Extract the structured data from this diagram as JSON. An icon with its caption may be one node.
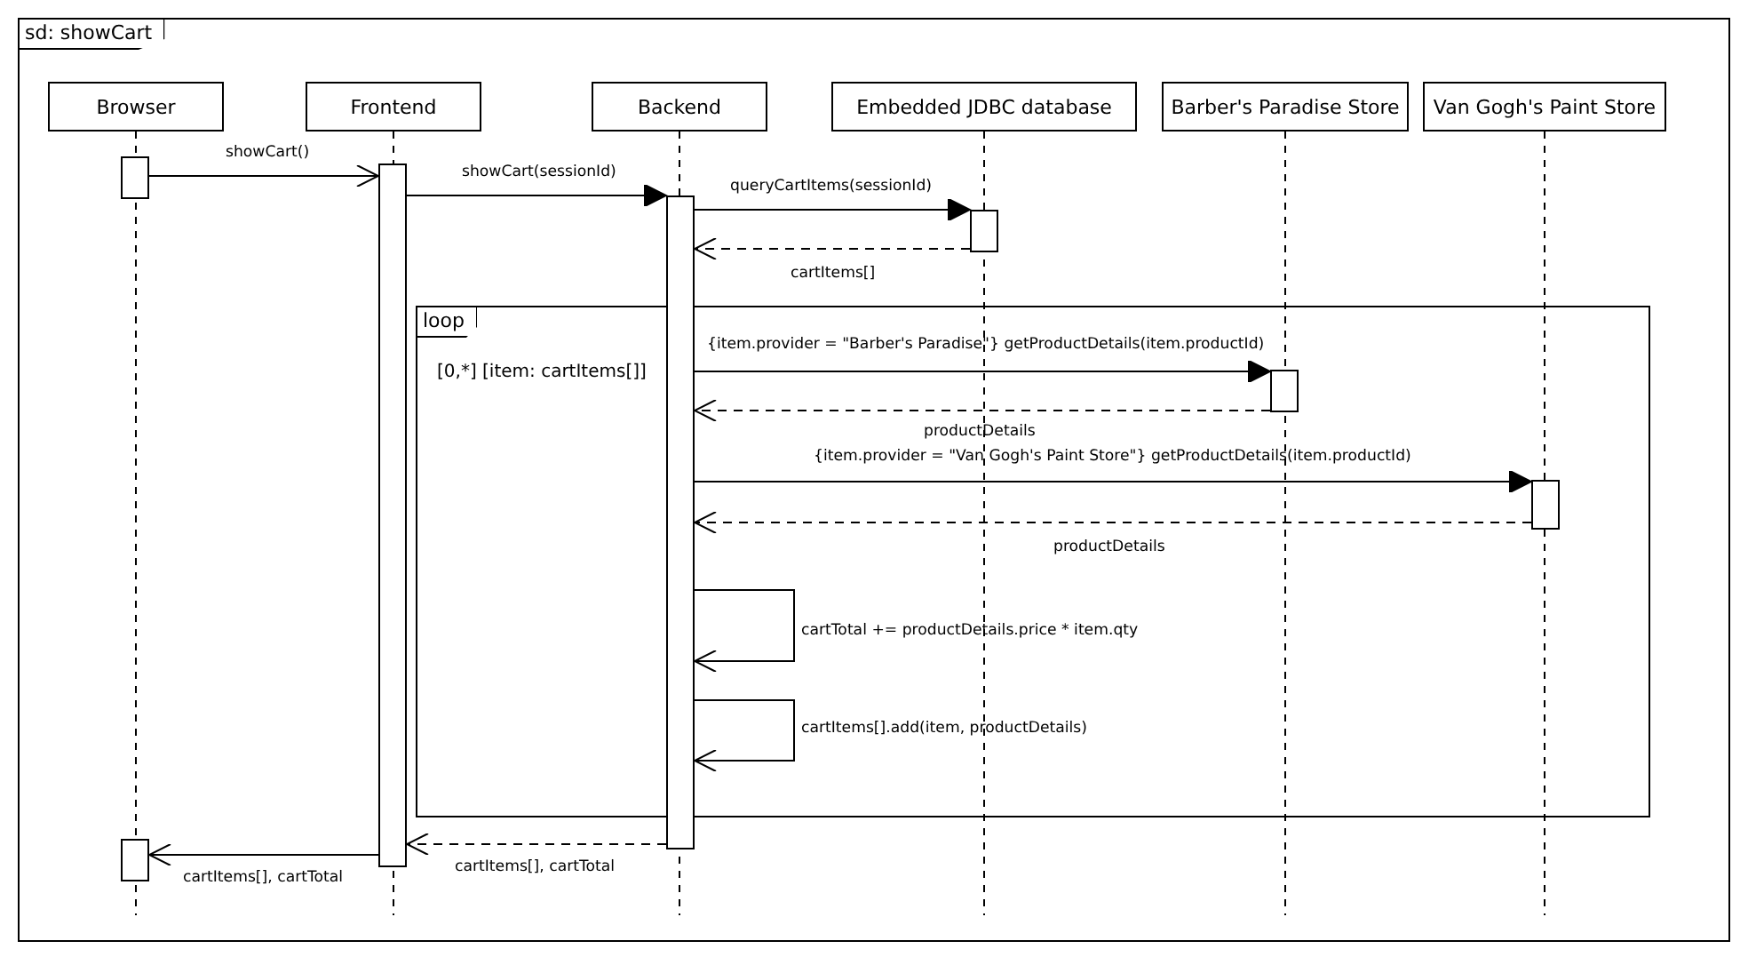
{
  "diagram": {
    "nodes": [
      {
        "text": [
          "sd: showCart"
        ]
      },
      {
        "text": [
          "Browser"
        ],
        "in": 0
      },
      {
        "text": [
          "Frontend"
        ],
        "in": 0
      },
      {
        "text": [
          "Backend"
        ],
        "in": 0
      },
      {
        "text": [
          "Embedded JDBC database"
        ],
        "in": 0
      },
      {
        "text": [
          "Barber's Paradise Store"
        ],
        "in": 0
      },
      {
        "text": [
          "Van Gogh's Paint Store"
        ],
        "in": 0
      },
      {
        "text": [
          "loop",
          "[0,*] [item: cartItems[]]"
        ],
        "in": 0
      },
      {
        "text": [],
        "shape": "bar",
        "in": 0
      },
      {
        "text": [],
        "shape": "bar",
        "in": 0
      },
      {
        "text": [],
        "shape": "bar",
        "in": 0
      },
      {
        "text": [],
        "shape": "bar",
        "in": 0
      },
      {
        "text": [],
        "shape": "bar",
        "in": 7
      },
      {
        "text": [],
        "shape": "bar",
        "in": 7
      },
      {
        "text": [],
        "shape": "bar",
        "in": 0
      }
    ],
    "edges": [
      {
        "from": 8,
        "to": 9,
        "arrow": "to",
        "label": "showCart()"
      },
      {
        "from": 9,
        "to": 10,
        "arrow": "to",
        "label": "showCart(sessionId)"
      },
      {
        "from": 10,
        "to": 11,
        "arrow": "to",
        "label": "queryCartItems(sessionId)"
      },
      {
        "from": 11,
        "to": 10,
        "arrow": "to",
        "label": "cartItems[]",
        "style": "dashed"
      },
      {
        "from": 10,
        "to": 12,
        "arrow": "to",
        "label": "{item.provider = \"Barber's Paradise\"} getProductDetails(item.productId)"
      },
      {
        "from": 12,
        "to": 10,
        "arrow": "to",
        "label": "productDetails",
        "style": "dashed"
      },
      {
        "from": 10,
        "to": 13,
        "arrow": "to",
        "label": "{item.provider = \"Van Gogh's Paint Store\"} getProductDetails(item.productId)"
      },
      {
        "from": 13,
        "to": 10,
        "arrow": "to",
        "label": "productDetails",
        "style": "dashed"
      },
      {
        "from": 10,
        "to": 10,
        "arrow": "to",
        "label": "cartTotal += productDetails.price * item.qty"
      },
      {
        "from": 10,
        "to": 10,
        "arrow": "to",
        "label": "cartItems[].add(item, productDetails)"
      },
      {
        "from": 10,
        "to": 9,
        "arrow": "to",
        "label": "cartItems[], cartTotal",
        "style": "dashed"
      },
      {
        "from": 9,
        "to": 14,
        "arrow": "to",
        "label": "cartItems[], cartTotal"
      }
    ]
  }
}
